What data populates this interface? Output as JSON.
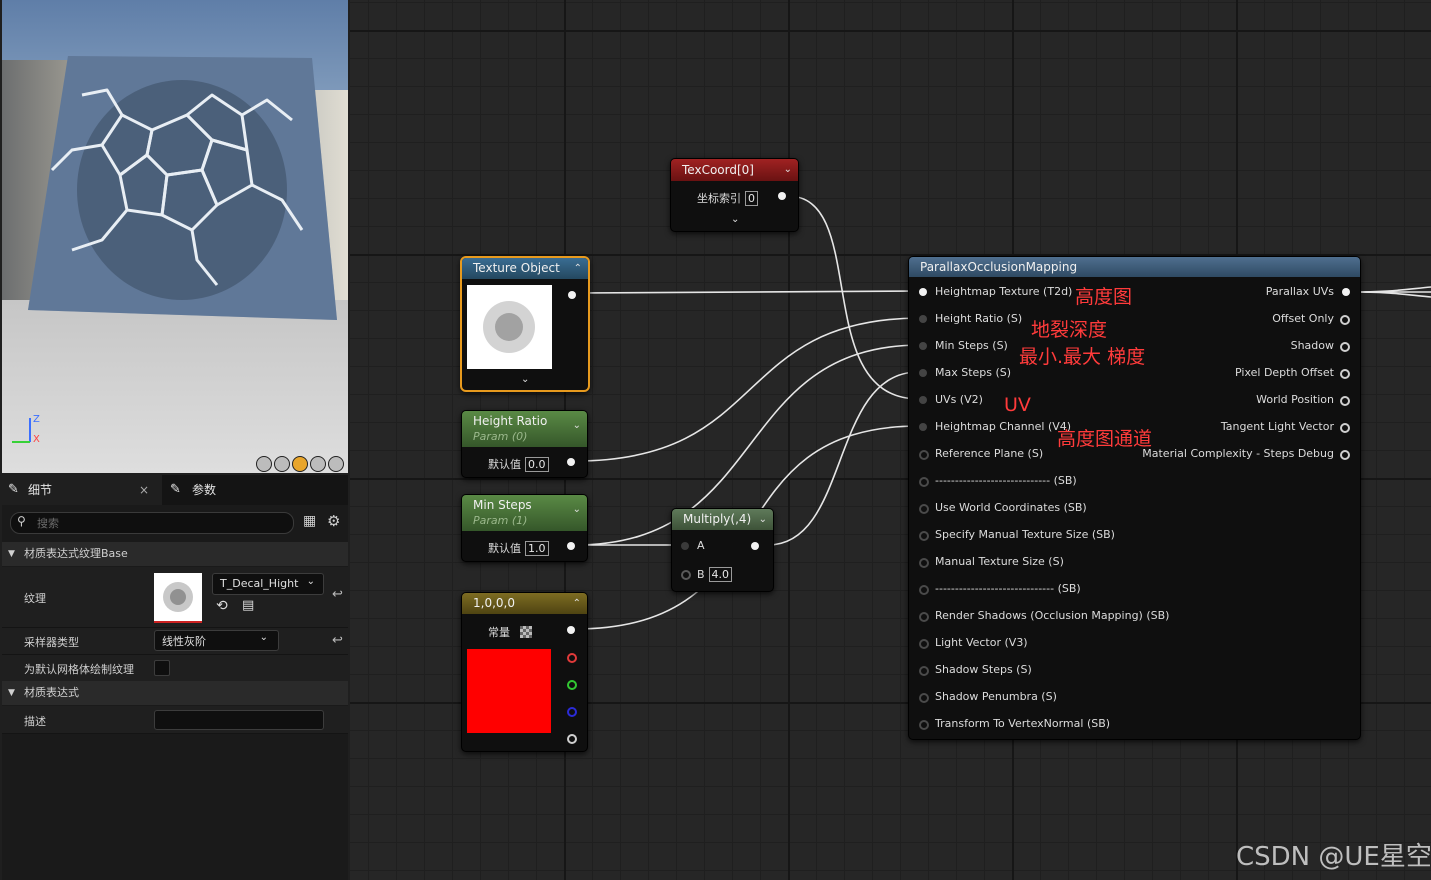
{
  "details_panel": {
    "tab_details": "细节",
    "tab_close": "×",
    "tab_params": "参数",
    "search_placeholder": "搜索",
    "section_texture_base": "材质表达式纹理Base",
    "texture_label": "纹理",
    "texture_value": "T_Decal_Hight",
    "sampler_label": "采样器类型",
    "sampler_value": "线性灰阶",
    "default_mesh_label": "为默认网格体绘制纹理",
    "section_expression": "材质表达式",
    "desc_label": "描述",
    "desc_value": ""
  },
  "nodes": {
    "texcoord": {
      "title": "TexCoord[0]",
      "index_label": "坐标索引",
      "index_value": "0"
    },
    "texture_object": {
      "title": "Texture Object"
    },
    "height_ratio": {
      "title": "Height Ratio",
      "subtitle": "Param (0)",
      "default_label": "默认值",
      "default_value": "0.0"
    },
    "min_steps": {
      "title": "Min Steps",
      "subtitle": "Param (1)",
      "default_label": "默认值",
      "default_value": "1.0"
    },
    "constant": {
      "title": "1,0,0,0",
      "const_label": "常量"
    },
    "multiply": {
      "title": "Multiply(,4)",
      "pin_a": "A",
      "pin_b": "B",
      "b_value": "4.0"
    },
    "pom": {
      "title": "ParallaxOcclusionMapping",
      "inputs": [
        "Heightmap Texture (T2d)",
        "Height Ratio (S)",
        "Min Steps (S)",
        "Max Steps (S)",
        "UVs (V2)",
        "Heightmap Channel (V4)",
        "Reference Plane (S)",
        "----------------------------- (SB)",
        "Use World Coordinates (SB)",
        "Specify Manual Texture Size (SB)",
        "Manual Texture Size (S)",
        "------------------------------ (SB)",
        "Render Shadows (Occlusion Mapping) (SB)",
        "Light Vector (V3)",
        "Shadow Steps (S)",
        "Shadow Penumbra (S)",
        "Transform To VertexNormal (SB)"
      ],
      "outputs": [
        "Parallax UVs",
        "Offset Only",
        "Shadow",
        "Pixel Depth Offset",
        "World Position",
        "Tangent Light Vector",
        "Material Complexity - Steps Debug"
      ]
    }
  },
  "annotations": {
    "heightmap": "高度图",
    "depth": "地裂深度",
    "steps": "最小.最大 梯度",
    "uv": "UV",
    "channel": "高度图通道"
  },
  "watermark": "CSDN @UE星空",
  "colors": {
    "texcoord_header": "#8b1a1a",
    "texture_object_header": "#2f5d80",
    "param_header": "#4f7a3a",
    "constant_header": "#6e5e1a",
    "pom_header": "#3f5d7a",
    "selected_border": "#e79a1e",
    "annotation": "#ff3b3b",
    "constant_swatch": "#ff0000"
  }
}
